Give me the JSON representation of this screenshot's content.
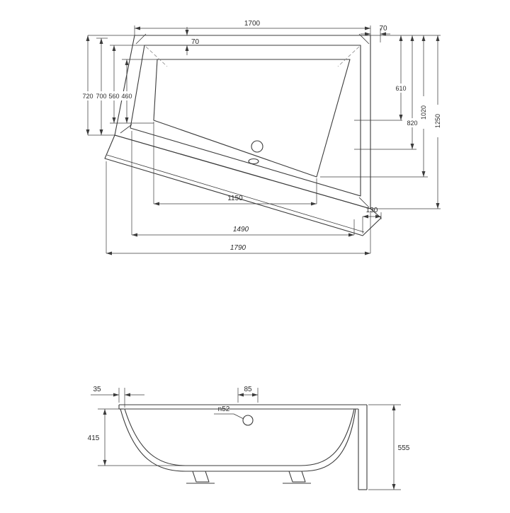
{
  "plan": {
    "dim_1700": "1700",
    "dim_70_right": "70",
    "dim_70_rim": "70",
    "left_chain": [
      "720",
      "700",
      "560",
      "460"
    ],
    "right_chain": [
      "610",
      "820",
      "1020",
      "1250"
    ],
    "dim_1150": "1150",
    "dim_1490": "1490",
    "dim_1790": "1790",
    "dim_130": "130"
  },
  "side": {
    "dim_35": "35",
    "dim_85": "85",
    "drain": "n52",
    "dim_415": "415",
    "dim_555": "555"
  }
}
